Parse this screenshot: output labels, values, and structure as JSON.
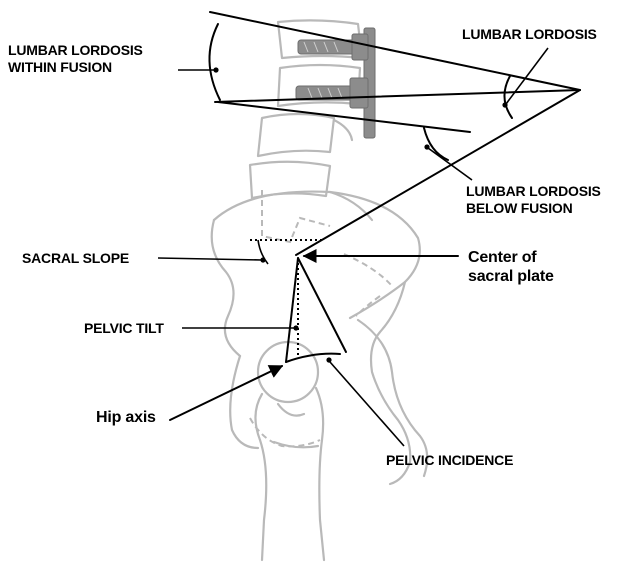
{
  "labels": {
    "lumbar_lordosis_within_fusion": [
      "LUMBAR LORDOSIS",
      "WITHIN FUSION"
    ],
    "lumbar_lordosis": "LUMBAR LORDOSIS",
    "lumbar_lordosis_below_fusion": [
      "LUMBAR LORDOSIS",
      "BELOW FUSION"
    ],
    "sacral_slope": "SACRAL SLOPE",
    "center_of_sacral_plate": [
      "Center of",
      "sacral plate"
    ],
    "pelvic_tilt": "PELVIC TILT",
    "hip_axis": "Hip axis",
    "pelvic_incidence": "PELVIC INCIDENCE"
  },
  "colors": {
    "lines": "#000000",
    "bone_outline": "#b9b9b9",
    "implant": "#8c8c8c"
  }
}
